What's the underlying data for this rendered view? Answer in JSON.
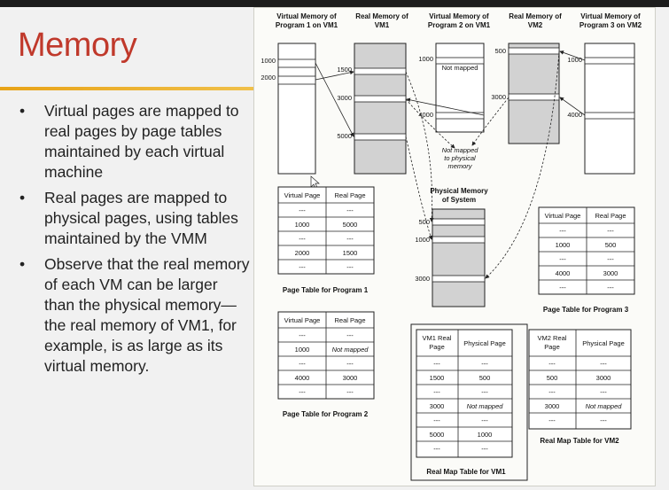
{
  "slide": {
    "title": "Memory",
    "bullets": [
      "Virtual pages are mapped to real pages by page tables maintained by each virtual machine",
      "Real pages are mapped to physical pages, using tables maintained by the VMM",
      "Observe that the real memory of each VM can be larger than the physical memory—the real memory of VM1, for example, is as large as its virtual memory."
    ],
    "bullet_glyph": "•"
  },
  "diagram": {
    "columns": {
      "vm_prog1": [
        "Virtual Memory of",
        "Program 1 on VM1"
      ],
      "real_vm1": [
        "Real Memory of",
        "VM1"
      ],
      "vm_prog2": [
        "Virtual Memory of",
        "Program 2 on VM1"
      ],
      "real_vm2": [
        "Real Memory of",
        "VM2"
      ],
      "vm_prog3": [
        "Virtual Memory of",
        "Program 3 on VM2"
      ]
    },
    "phys": [
      "Physical Memory",
      "of System"
    ],
    "addr": {
      "p1_1000": "1000",
      "p1_2000": "2000",
      "r1_1500": "1500",
      "r1_3000": "3000",
      "r1_5000": "5000",
      "p2_1000": "1000",
      "p2_4000": "4000",
      "r2_500": "500",
      "r2_3000": "3000",
      "p3_1000": "1000",
      "p3_4000": "4000",
      "ph_500": "500",
      "ph_1000": "1000",
      "ph_3000": "3000"
    },
    "not_mapped_box": "Not mapped",
    "not_mapped_phys": [
      "Not mapped",
      "to physical",
      "memory"
    ],
    "pt1": {
      "headers": [
        "Virtual Page",
        "Real Page"
      ],
      "rows": [
        [
          "---",
          "---"
        ],
        [
          "1000",
          "5000"
        ],
        [
          "---",
          "---"
        ],
        [
          "2000",
          "1500"
        ],
        [
          "---",
          "---"
        ]
      ],
      "caption": "Page Table for Program 1"
    },
    "pt2": {
      "headers": [
        "Virtual Page",
        "Real Page"
      ],
      "rows": [
        [
          "---",
          "---"
        ],
        [
          "1000",
          "Not mapped"
        ],
        [
          "---",
          "---"
        ],
        [
          "4000",
          "3000"
        ],
        [
          "---",
          "---"
        ]
      ],
      "caption": "Page Table for Program 2"
    },
    "pt3": {
      "headers": [
        "Virtual Page",
        "Real Page"
      ],
      "rows": [
        [
          "---",
          "---"
        ],
        [
          "1000",
          "500"
        ],
        [
          "---",
          "---"
        ],
        [
          "4000",
          "3000"
        ],
        [
          "---",
          "---"
        ]
      ],
      "caption": "Page Table for Program 3"
    },
    "rm1": {
      "headers": [
        [
          "VM1 Real",
          "Page"
        ],
        [
          "Physical Page"
        ]
      ],
      "rows": [
        [
          "---",
          "---"
        ],
        [
          "1500",
          "500"
        ],
        [
          "---",
          "---"
        ],
        [
          "3000",
          "Not mapped"
        ],
        [
          "---",
          "---"
        ],
        [
          "5000",
          "1000"
        ],
        [
          "---",
          "---"
        ]
      ],
      "caption": "Real Map Table for VM1"
    },
    "rm2": {
      "headers": [
        [
          "VM2 Real",
          "Page"
        ],
        [
          "Physical Page"
        ]
      ],
      "rows": [
        [
          "---",
          "---"
        ],
        [
          "500",
          "3000"
        ],
        [
          "---",
          "---"
        ],
        [
          "3000",
          "Not mapped"
        ],
        [
          "---",
          "---"
        ]
      ],
      "caption": "Real Map Table for VM2"
    }
  }
}
